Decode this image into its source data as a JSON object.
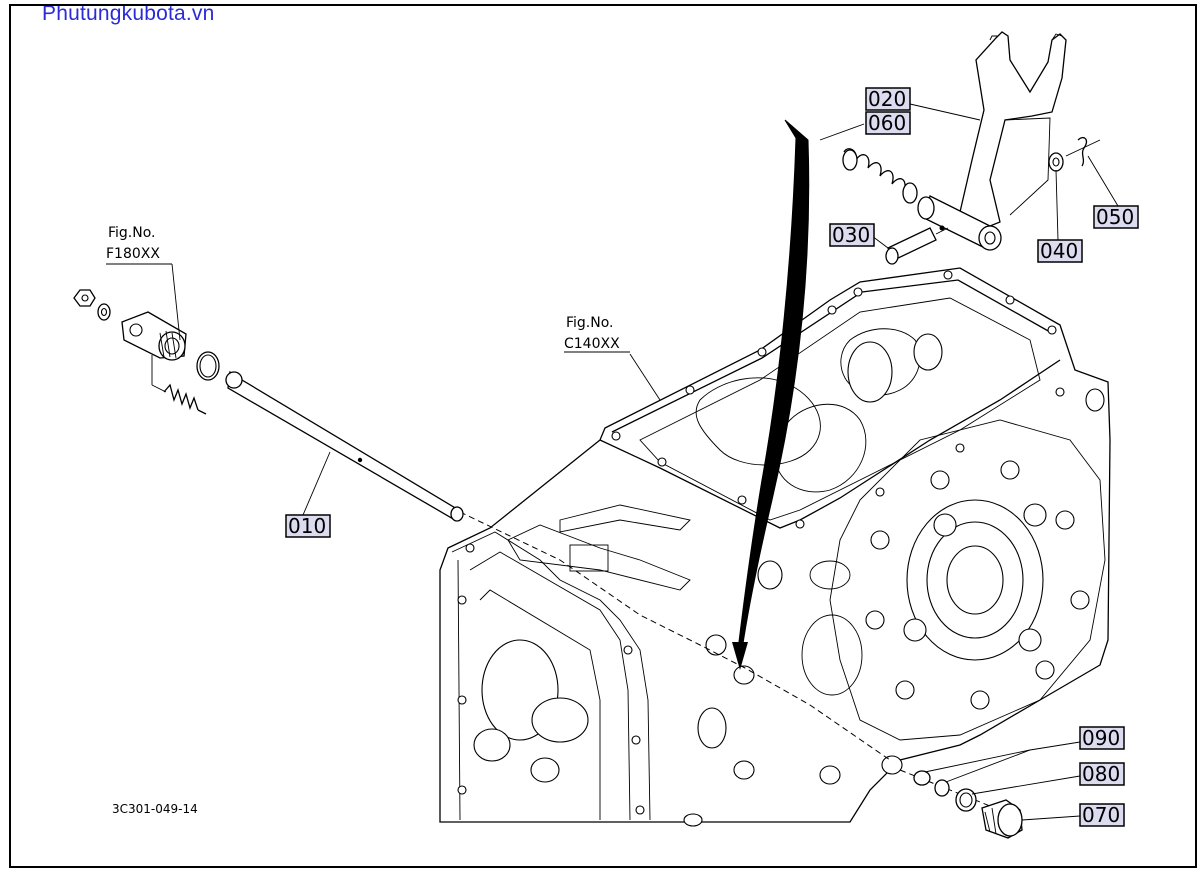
{
  "watermark": "Phutungkubota.vn",
  "drawing_code": "3C301-049-14",
  "figure_refs": [
    {
      "line1": "Fig.No.",
      "line2": "F180XX"
    },
    {
      "line1": "Fig.No.",
      "line2": "C140XX"
    }
  ],
  "parts": [
    {
      "number": "010"
    },
    {
      "number": "020"
    },
    {
      "number": "060"
    },
    {
      "number": "030"
    },
    {
      "number": "040"
    },
    {
      "number": "050"
    },
    {
      "number": "090"
    },
    {
      "number": "080"
    },
    {
      "number": "070"
    }
  ]
}
